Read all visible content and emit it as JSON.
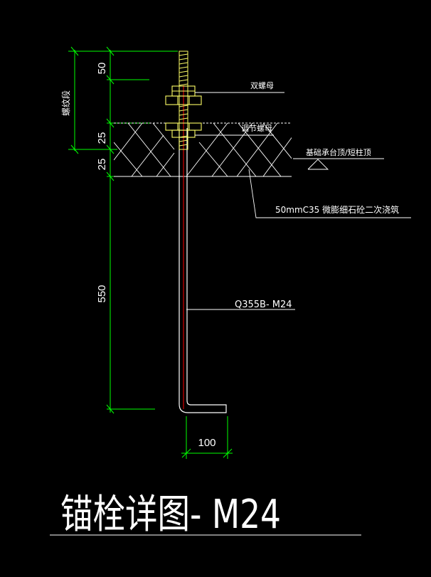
{
  "drawing": {
    "title": "锚栓详图- M24",
    "colors": {
      "background": "#000000",
      "dimension_lines": "#00ff00",
      "leader_lines": "#ffffff",
      "bolt": "#ffffff",
      "bolt_centerline": "#ff0000",
      "nut": "#ffff66",
      "thread": "#ffff66",
      "hatch": "#ffffff"
    },
    "dimensions": {
      "d_50": "50",
      "d_25a": "25",
      "d_25b": "25",
      "d_550": "550",
      "d_100": "100",
      "thread_segment": "螺纹段"
    },
    "labels": {
      "double_nut": "双螺母",
      "adjust_nut": "调节螺母",
      "foundation_top": "基础承台顶/短柱顶",
      "grout": "50mmC35 微膨细石砼二次浇筑",
      "bolt_spec": "Q355B- M24"
    }
  }
}
